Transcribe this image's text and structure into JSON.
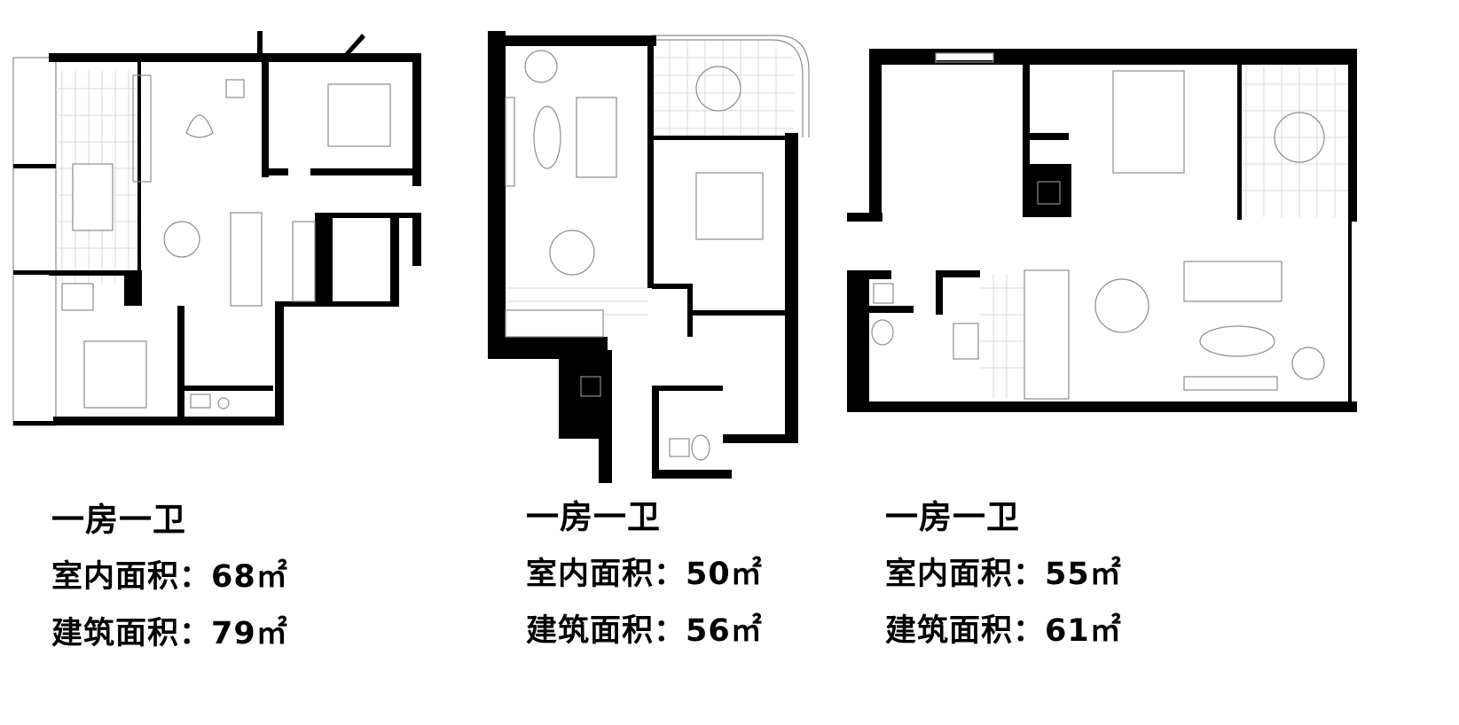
{
  "units": [
    {
      "type_label": "一房一卫",
      "indoor_area_label": "室内面积：",
      "indoor_area_value": "68㎡",
      "gross_area_label": "建筑面积：",
      "gross_area_value": "79㎡"
    },
    {
      "type_label": "一房一卫",
      "indoor_area_label": "室内面积：",
      "indoor_area_value": "50㎡",
      "gross_area_label": "建筑面积：",
      "gross_area_value": "56㎡"
    },
    {
      "type_label": "一房一卫",
      "indoor_area_label": "室内面积：",
      "indoor_area_value": "55㎡",
      "gross_area_label": "建筑面积：",
      "gross_area_value": "61㎡"
    }
  ]
}
